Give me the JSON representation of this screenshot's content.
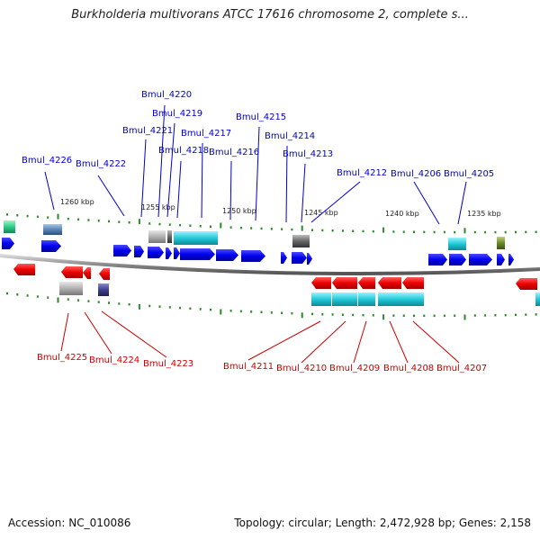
{
  "title": "Burkholderia multivorans ATCC 17616 chromosome 2, complete s...",
  "footer": {
    "accession": "Accession: NC_010086",
    "topology": "Topology: circular; Length: 2,472,928 bp; Genes: 2,158"
  },
  "colors": {
    "plus_label": "#0000cc",
    "minus_label": "#cc0000",
    "tick": "#2a8a2a",
    "backbone": "#8a8a8a",
    "plus_gene": "#0000ee",
    "minus_gene": "#ee0000",
    "cyan_feature": "#22c8d8",
    "gray_feature": "#999999"
  },
  "scale_labels": [
    "1260 kbp",
    "1255 kbp",
    "1250 kbp",
    "1245 kbp",
    "1240 kbp",
    "1235 kbp"
  ],
  "plus_labels": [
    "Bmul_4226",
    "Bmul_4222",
    "Bmul_4220",
    "Bmul_4219",
    "Bmul_4221",
    "Bmul_4218",
    "Bmul_4217",
    "Bmul_4216",
    "Bmul_4215",
    "Bmul_4214",
    "Bmul_4213",
    "Bmul_4212",
    "Bmul_4206",
    "Bmul_4205"
  ],
  "minus_labels": [
    "Bmul_4225",
    "Bmul_4224",
    "Bmul_4223",
    "Bmul_4211",
    "Bmul_4210",
    "Bmul_4209",
    "Bmul_4208",
    "Bmul_4207"
  ]
}
